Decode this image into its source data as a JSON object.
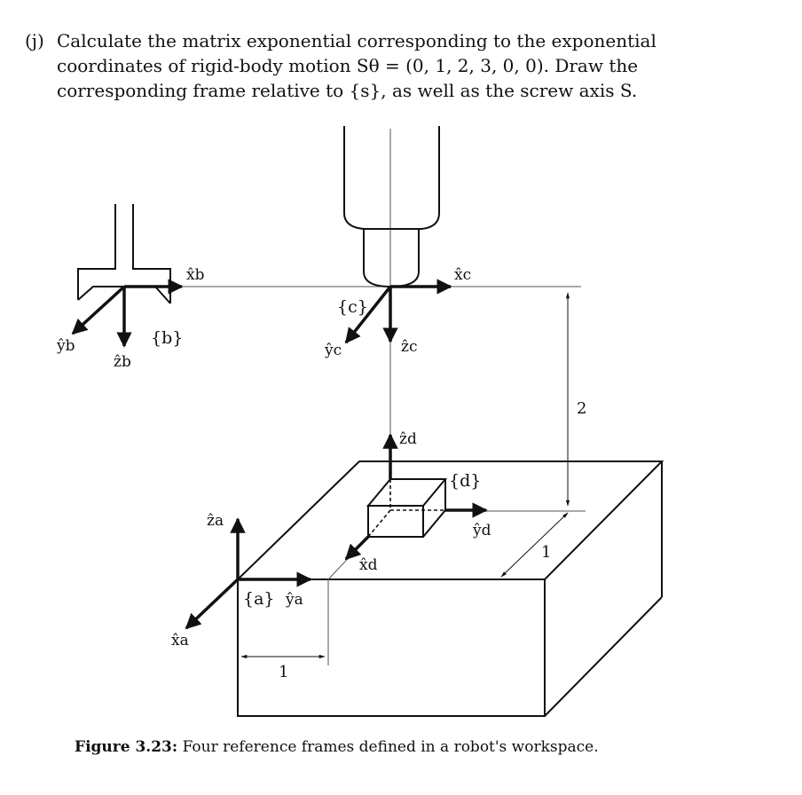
{
  "question": {
    "label": "(j)",
    "text": "Calculate the matrix exponential corresponding to the exponential coordinates of rigid-body motion Sθ = (0, 1, 2, 3, 0, 0). Draw the corresponding frame relative to {s}, as well as the screw axis S."
  },
  "figure": {
    "frames": {
      "a": {
        "label": "{a}",
        "x": "x̂a",
        "y": "ŷa",
        "z": "ẑa"
      },
      "b": {
        "label": "{b}",
        "x": "x̂b",
        "y": "ŷb",
        "z": "ẑb"
      },
      "c": {
        "label": "{c}",
        "x": "x̂c",
        "y": "ŷc",
        "z": "ẑc"
      },
      "d": {
        "label": "{d}",
        "x": "x̂d",
        "y": "ŷd",
        "z": "ẑd"
      }
    },
    "dimensions": {
      "vertical": "2",
      "depth": "1",
      "horizontal": "1"
    },
    "caption_label": "Figure 3.23:",
    "caption_text": "Four reference frames defined in a robot's workspace."
  }
}
